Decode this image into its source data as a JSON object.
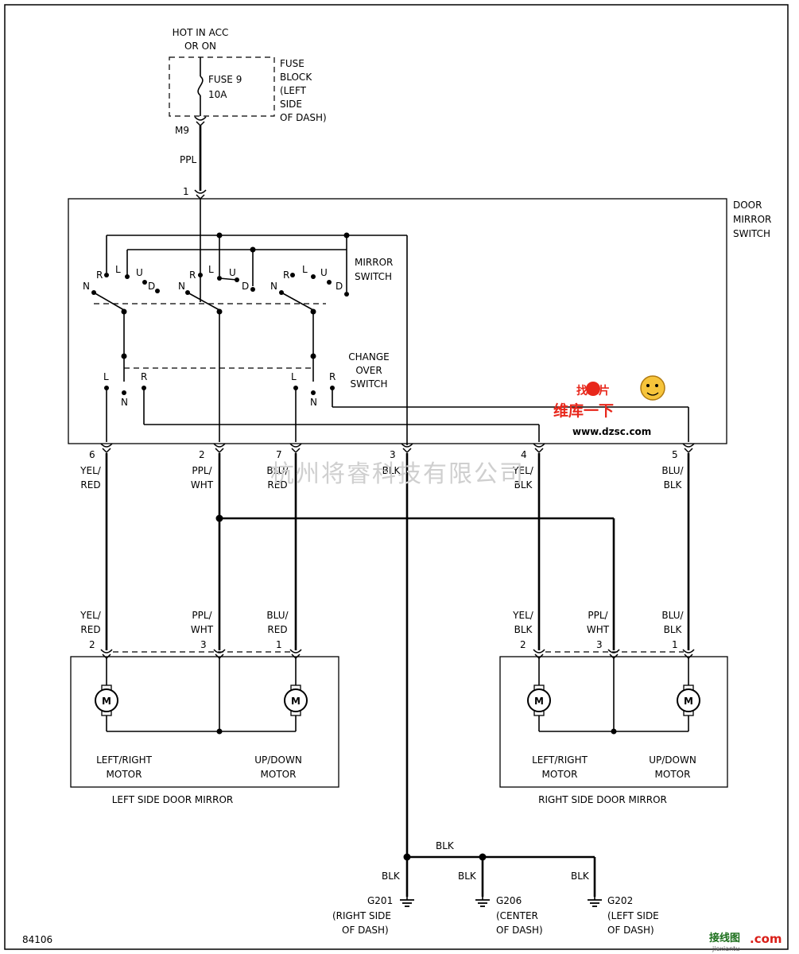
{
  "power": {
    "line1": "HOT IN ACC",
    "line2": "OR ON"
  },
  "fuse": {
    "name": "FUSE 9",
    "rating": "10A"
  },
  "fuse_block": {
    "lines": [
      "FUSE",
      "BLOCK",
      "(LEFT",
      "SIDE",
      "OF DASH)"
    ]
  },
  "fuse_connector": "M9",
  "feed_wire": "PPL",
  "switch_input_pin": "1",
  "door_switch": {
    "lines": [
      "DOOR",
      "MIRROR",
      "SWITCH"
    ]
  },
  "mirror_switch": {
    "lines": [
      "MIRROR",
      "SWITCH"
    ],
    "contacts": {
      "g1": {
        "R": "R",
        "L": "L",
        "U": "U",
        "D": "D",
        "N": "N"
      },
      "g2": {
        "R": "R",
        "L": "L",
        "U": "U",
        "D": "D",
        "N": "N"
      },
      "g3": {
        "R": "R",
        "L": "L",
        "U": "U",
        "D": "D",
        "N": "N"
      }
    }
  },
  "changeover_switch": {
    "lines": [
      "CHANGE",
      "OVER",
      "SWITCH"
    ],
    "labels": {
      "l1": "L",
      "r1": "R",
      "n1": "N",
      "l2": "L",
      "r2": "R",
      "n2": "N"
    }
  },
  "switch_pins": [
    {
      "pin": "6",
      "color1": "YEL/",
      "color2": "RED"
    },
    {
      "pin": "2",
      "color1": "PPL/",
      "color2": "WHT"
    },
    {
      "pin": "7",
      "color1": "BLU/",
      "color2": "RED"
    },
    {
      "pin": "3",
      "color1": "BLK",
      "color2": ""
    },
    {
      "pin": "4",
      "color1": "YEL/",
      "color2": "BLK"
    },
    {
      "pin": "5",
      "color1": "BLU/",
      "color2": "BLK"
    }
  ],
  "left_mirror": {
    "title": "LEFT SIDE DOOR MIRROR",
    "pins": [
      {
        "pin": "2",
        "color1": "YEL/",
        "color2": "RED"
      },
      {
        "pin": "3",
        "color1": "PPL/",
        "color2": "WHT"
      },
      {
        "pin": "1",
        "color1": "BLU/",
        "color2": "RED"
      }
    ],
    "motor_symbol": "M",
    "motor1": {
      "line1": "LEFT/RIGHT",
      "line2": "MOTOR"
    },
    "motor2": {
      "line1": "UP/DOWN",
      "line2": "MOTOR"
    }
  },
  "right_mirror": {
    "title": "RIGHT SIDE DOOR MIRROR",
    "pins": [
      {
        "pin": "2",
        "color1": "YEL/",
        "color2": "BLK"
      },
      {
        "pin": "3",
        "color1": "PPL/",
        "color2": "WHT"
      },
      {
        "pin": "1",
        "color1": "BLU/",
        "color2": "BLK"
      }
    ],
    "motor_symbol": "M",
    "motor1": {
      "line1": "LEFT/RIGHT",
      "line2": "MOTOR"
    },
    "motor2": {
      "line1": "UP/DOWN",
      "line2": "MOTOR"
    }
  },
  "ground_bus_label": "BLK",
  "grounds": [
    {
      "wire": "BLK",
      "name": "G201",
      "loc1": "(RIGHT SIDE",
      "loc2": "OF DASH)"
    },
    {
      "wire": "BLK",
      "name": "G206",
      "loc1": "(CENTER",
      "loc2": "OF DASH)"
    },
    {
      "wire": "BLK",
      "name": "G202",
      "loc1": "(LEFT SIDE",
      "loc2": "OF DASH)"
    }
  ],
  "figure_id": "84106",
  "watermarks": {
    "company": "杭州将睿科技有限公司",
    "logo_top": "找芯片",
    "logo_main": "维库一下",
    "logo_url": "www.dzsc.com",
    "corner_cn": "接线图",
    "corner_com": ".com",
    "corner_sub": "jiexiantu"
  }
}
